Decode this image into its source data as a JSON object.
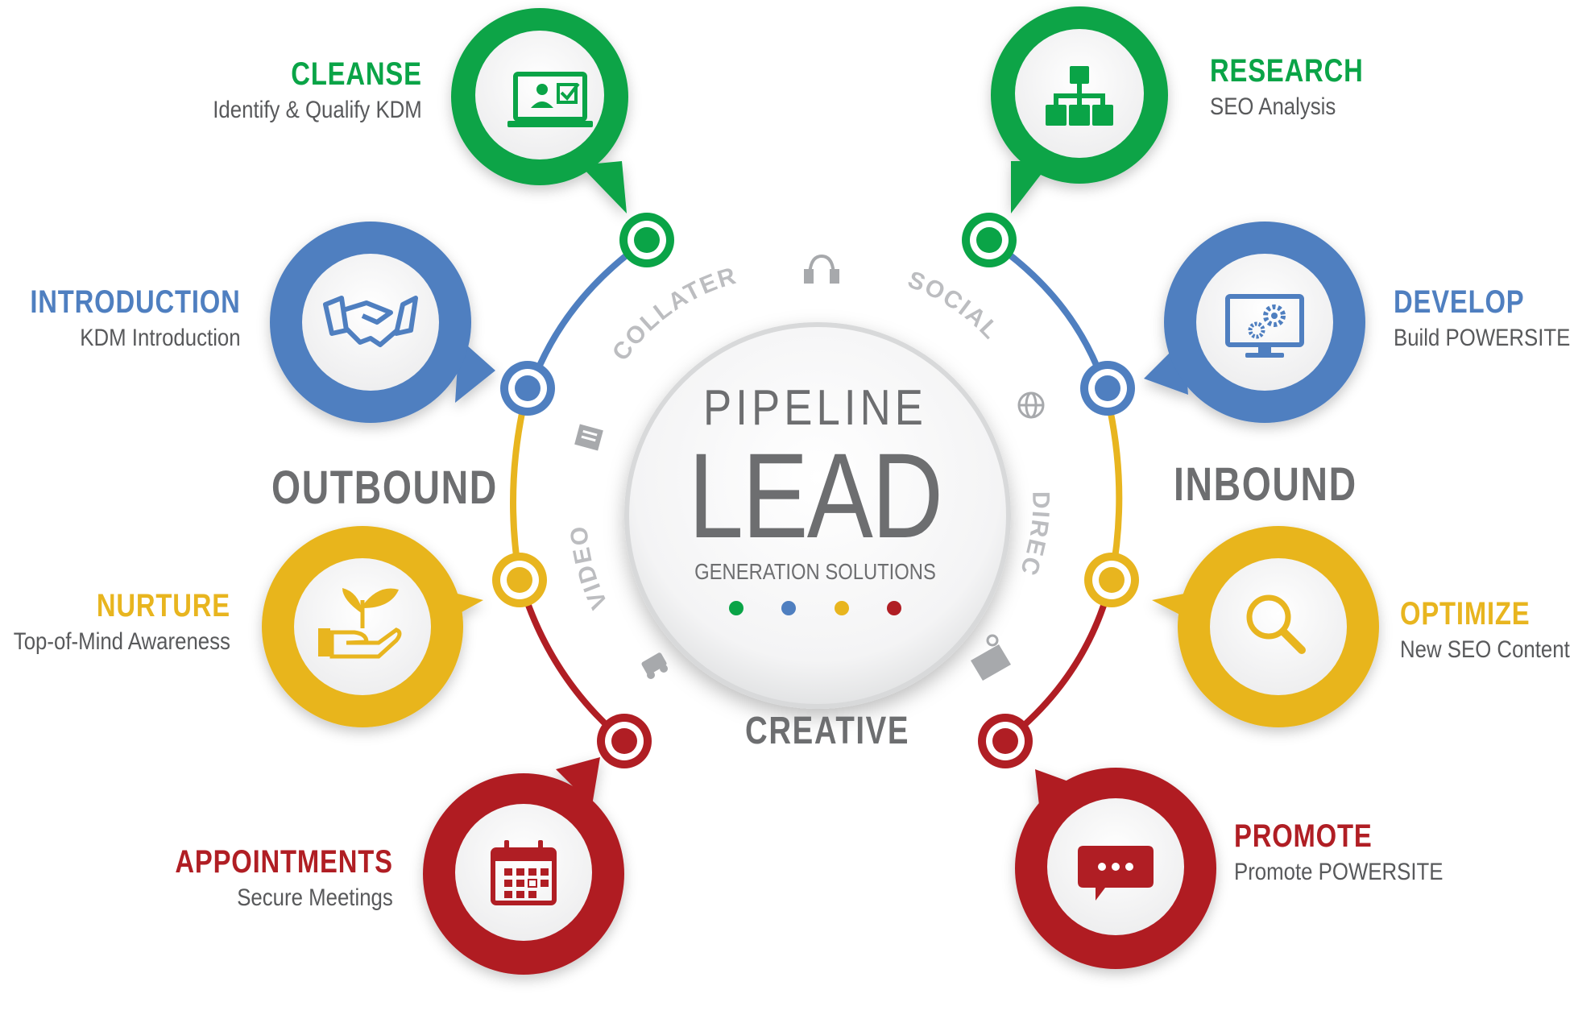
{
  "center": {
    "line1": "PIPELINE",
    "line2": "LEAD",
    "line3": "GENERATION SOLUTIONS"
  },
  "sides": {
    "left": "OUTBOUND",
    "right": "INBOUND",
    "bottom": "CREATIVE"
  },
  "channels": {
    "collateral": "COLLATERAL",
    "social": "SOCIAL",
    "video": "VIDEO",
    "direct": "DIRECT"
  },
  "steps": {
    "cleanse": {
      "title": "CLEANSE",
      "subtitle": "Identify & Qualify KDM",
      "color": "#0aa447",
      "icon": "laptop-user-check-icon"
    },
    "introduction": {
      "title": "INTRODUCTION",
      "subtitle": "KDM Introduction",
      "color": "#4f7fc0",
      "icon": "handshake-icon"
    },
    "nurture": {
      "title": "NURTURE",
      "subtitle": "Top-of-Mind Awareness",
      "color": "#e8b51f",
      "icon": "hand-plant-icon"
    },
    "appointments": {
      "title": "APPOINTMENTS",
      "subtitle": "Secure Meetings",
      "color": "#b01e24",
      "icon": "calendar-icon"
    },
    "research": {
      "title": "RESEARCH",
      "subtitle": "SEO Analysis",
      "color": "#0aa447",
      "icon": "org-chart-icon"
    },
    "develop": {
      "title": "DEVELOP",
      "subtitle": "Build POWERSITE",
      "color": "#4f7fc0",
      "icon": "monitor-gears-icon"
    },
    "optimize": {
      "title": "OPTIMIZE",
      "subtitle": "New SEO Content",
      "color": "#e8b51f",
      "icon": "magnifier-icon"
    },
    "promote": {
      "title": "PROMOTE",
      "subtitle": "Promote POWERSITE",
      "color": "#b01e24",
      "icon": "chat-bubble-icon"
    }
  },
  "colors": {
    "green": "#0aa447",
    "blue": "#4f7fc0",
    "yellow": "#e8b51f",
    "red": "#b01e24",
    "gray_text": "#6d6e70",
    "light_gray": "#bcbdc0"
  }
}
